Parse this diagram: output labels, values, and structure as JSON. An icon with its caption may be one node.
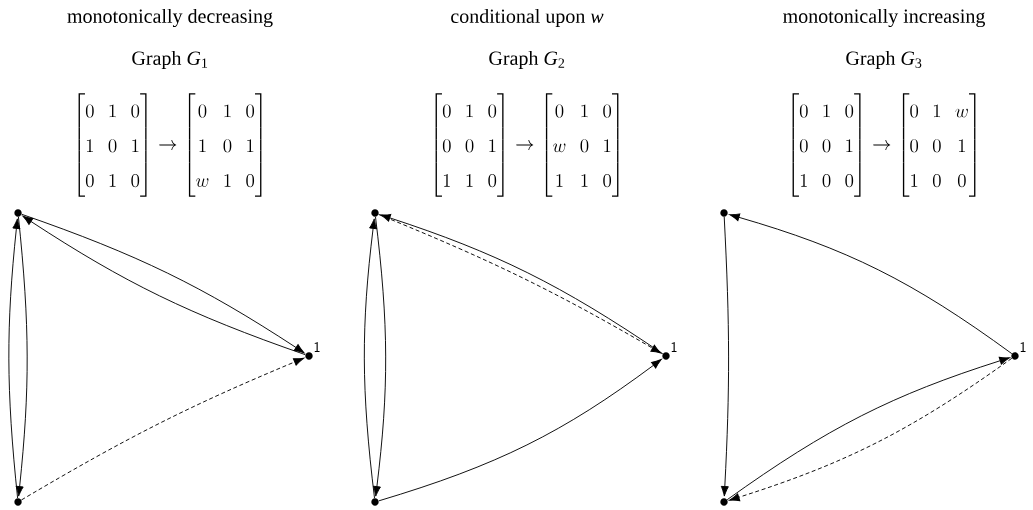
{
  "diagram": {
    "nodes": [
      {
        "text": [],
        "shape": "circle"
      },
      {
        "text": [],
        "shape": "circle",
        "beside": [
          "1"
        ]
      },
      {
        "text": [],
        "shape": "circle"
      },
      {
        "text": [],
        "shape": "circle"
      },
      {
        "text": [],
        "shape": "circle",
        "beside": [
          "1"
        ]
      },
      {
        "text": [],
        "shape": "circle"
      },
      {
        "text": [],
        "shape": "circle"
      },
      {
        "text": [],
        "shape": "circle",
        "beside": [
          "1"
        ]
      },
      {
        "text": [],
        "shape": "circle"
      }
    ],
    "edges": [
      {
        "from": 0,
        "to": 1,
        "arrow": "to"
      },
      {
        "from": 1,
        "to": 0,
        "arrow": "to"
      },
      {
        "from": 0,
        "to": 2,
        "arrow": "to"
      },
      {
        "from": 2,
        "to": 0,
        "arrow": "to"
      },
      {
        "from": 2,
        "to": 1,
        "arrow": "to",
        "style": "dashed"
      },
      {
        "from": 3,
        "to": 4,
        "arrow": "to",
        "style": "dashed"
      },
      {
        "from": 4,
        "to": 3,
        "arrow": "to"
      },
      {
        "from": 3,
        "to": 5,
        "arrow": "to"
      },
      {
        "from": 5,
        "to": 3,
        "arrow": "to"
      },
      {
        "from": 5,
        "to": 4,
        "arrow": "to"
      },
      {
        "from": 6,
        "to": 8,
        "arrow": "to"
      },
      {
        "from": 7,
        "to": 6,
        "arrow": "to"
      },
      {
        "from": 8,
        "to": 7,
        "arrow": "to"
      },
      {
        "from": 7,
        "to": 8,
        "arrow": "to",
        "style": "dashed"
      }
    ],
    "labels": [
      "monotonically decreasing",
      "conditional upon *w*",
      "monotonically increasing",
      "Graph *G*$_{1}$",
      "Graph *G*$_{2}$",
      "Graph *G*$_{3}$",
      "\\begin{bmatrix}0 & 1 & 0\\\\ 1 & 0 & 1\\\\ 0 & 1 & 0\\end{bmatrix}\\rightarrow\\begin{bmatrix}0 & 1 & 0\\\\ 1 & 0 & 1\\\\ w & 1 & 0\\end{bmatrix}",
      "\\begin{bmatrix}0 & 1 & 0\\\\ 0 & 0 & 1\\\\ 1 & 1 & 0\\end{bmatrix}\\rightarrow\\begin{bmatrix}0 & 1 & 0\\\\ w & 0 & 1\\\\ 1 & 1 & 0\\end{bmatrix}",
      "\\begin{bmatrix}0 & 1 & 0\\\\ 0 & 0 & 1\\\\ 1 & 0 & 0\\end{bmatrix}\\rightarrow\\begin{bmatrix}0 & 1 & w\\\\ 0 & 0 & 1\\\\ 1 & 0 & 0\\end{bmatrix}"
    ]
  }
}
